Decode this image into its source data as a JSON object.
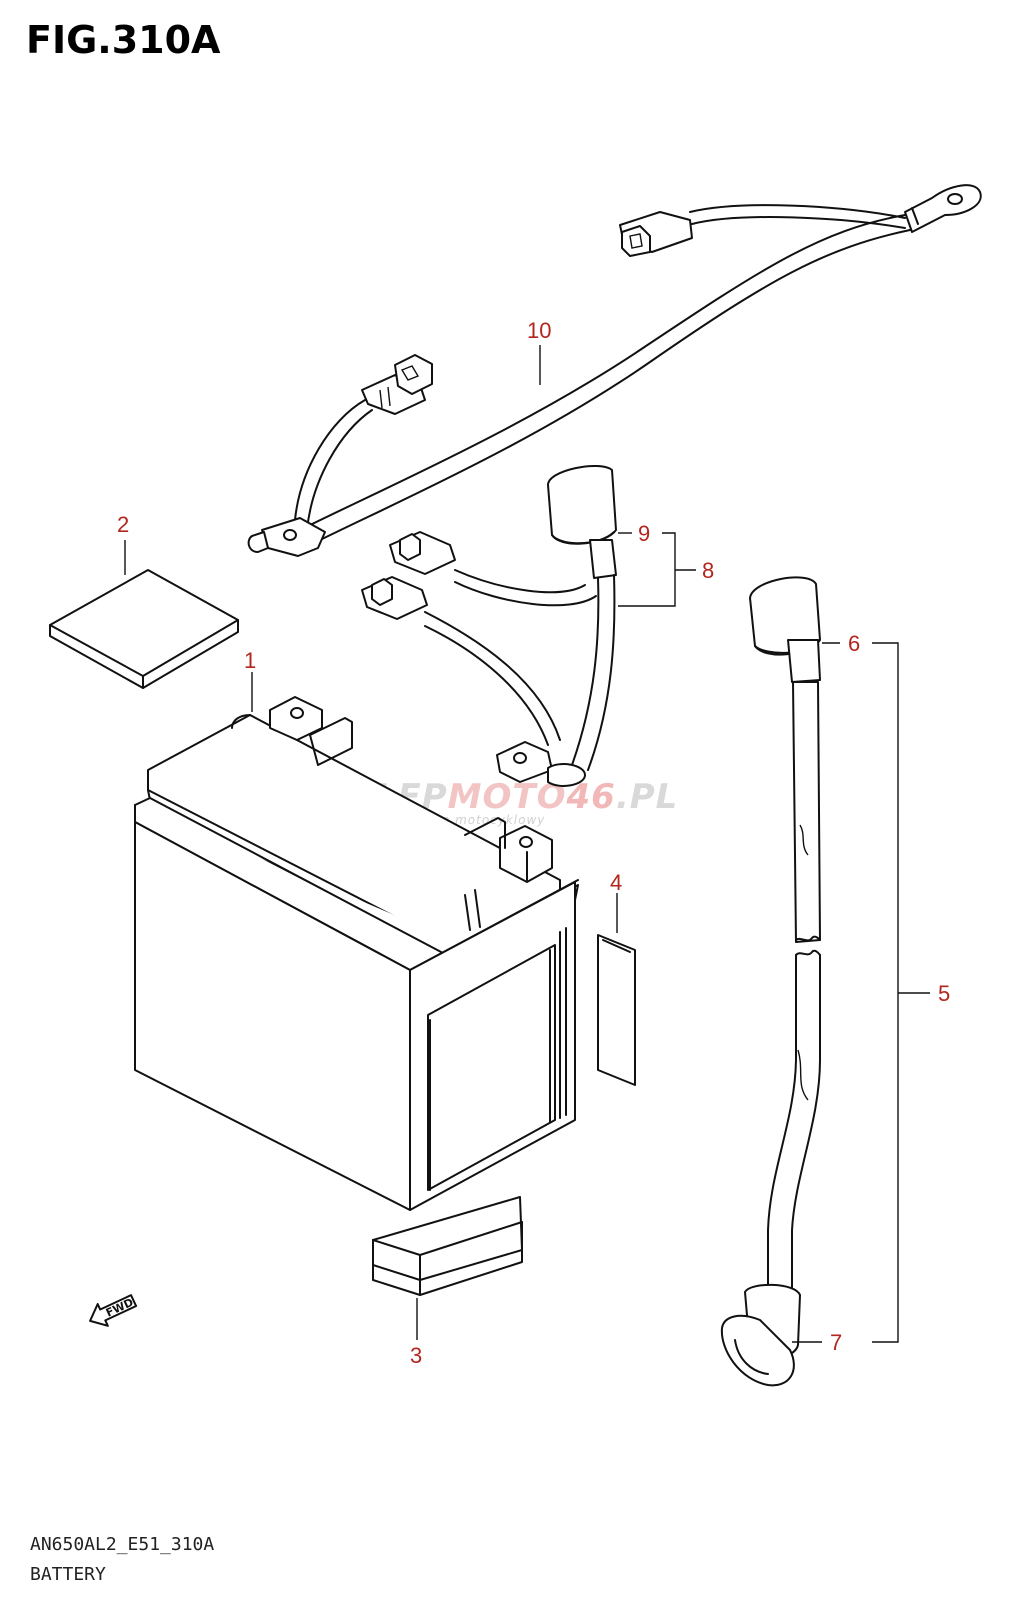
{
  "figure": {
    "title": "FIG.310A",
    "model_code": "AN650AL2_E51_310A",
    "section_name": "BATTERY"
  },
  "callouts": {
    "c1": "1",
    "c2": "2",
    "c3": "3",
    "c4": "4",
    "c5": "5",
    "c6": "6",
    "c7": "7",
    "c8": "8",
    "c9": "9",
    "c10": "10"
  },
  "fwd_marker": {
    "label": "FWD",
    "icon": "forward-arrow-icon"
  },
  "watermark": {
    "brand_a": "SKLEP",
    "brand_b": "MOTO",
    "brand_c": "46",
    "brand_d": ".PL",
    "tagline": "internetowy sklep motocyklowy",
    "colors": {
      "grey": "#d9d9d9",
      "red": "#f2b8b8"
    }
  },
  "colors": {
    "callout": "#b3261e",
    "line": "#111111"
  }
}
